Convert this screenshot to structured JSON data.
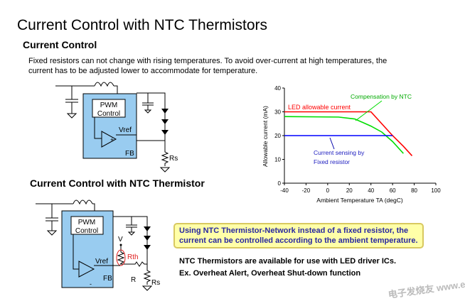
{
  "title": "Current Control with NTC Thermistors",
  "section1": {
    "heading": "Current Control",
    "description_line1": "Fixed resistors can not change with rising temperatures. To avoid over-current at high temperatures, the",
    "description_line2": "current has to be adjusted lower to accommodate for temperature."
  },
  "section2": {
    "heading": "Current Control with NTC Thermistor"
  },
  "circuit": {
    "pwm_line1": "PWM",
    "pwm_line2": "Control",
    "vref": "Vref",
    "fb": "FB",
    "rs": "Rs",
    "plus": "+",
    "minus": "-",
    "v": "V",
    "rth": "Rth",
    "r": "R"
  },
  "callout": {
    "line1": "Using NTC Thermistor-Network instead of a fixed resistor, the",
    "line2": "current can be controlled according to the ambient temperature."
  },
  "note": {
    "line1": "NTC Thermistors are available for use with LED driver ICs.",
    "line2": "Ex. Overheat Alert, Overheat Shut-down function"
  },
  "watermark": "电子发烧友 www.elecfans.com",
  "chart_data": {
    "type": "line",
    "xlabel": "Ambient Temperature TA (degC)",
    "ylabel": "Allowable current (mA)",
    "xlim": [
      -40,
      100
    ],
    "ylim": [
      0,
      40
    ],
    "xticks": [
      -40,
      -20,
      0,
      20,
      40,
      60,
      80,
      100
    ],
    "yticks": [
      0,
      10,
      20,
      30,
      40
    ],
    "grid": false,
    "series": [
      {
        "name": "LED allowable current",
        "color": "#ff0000",
        "x": [
          -40,
          40,
          50,
          60,
          70,
          78
        ],
        "y": [
          30,
          30,
          25,
          20,
          15.5,
          11.5
        ]
      },
      {
        "name": "Compensation by NTC",
        "color": "#00dd00",
        "x": [
          -40,
          10,
          25,
          40,
          50,
          60,
          70
        ],
        "y": [
          28,
          27.8,
          27,
          24,
          21.5,
          17.5,
          12.5
        ]
      },
      {
        "name": "Current sensing by Fixed resistor",
        "color": "#0000ff",
        "x": [
          -40,
          60
        ],
        "y": [
          20,
          20
        ]
      }
    ],
    "annotations": {
      "led": "LED allowable current",
      "ntc": "Compensation by NTC",
      "fixed_line1": "Current sensing by",
      "fixed_line2": "Fixed resistor"
    }
  }
}
